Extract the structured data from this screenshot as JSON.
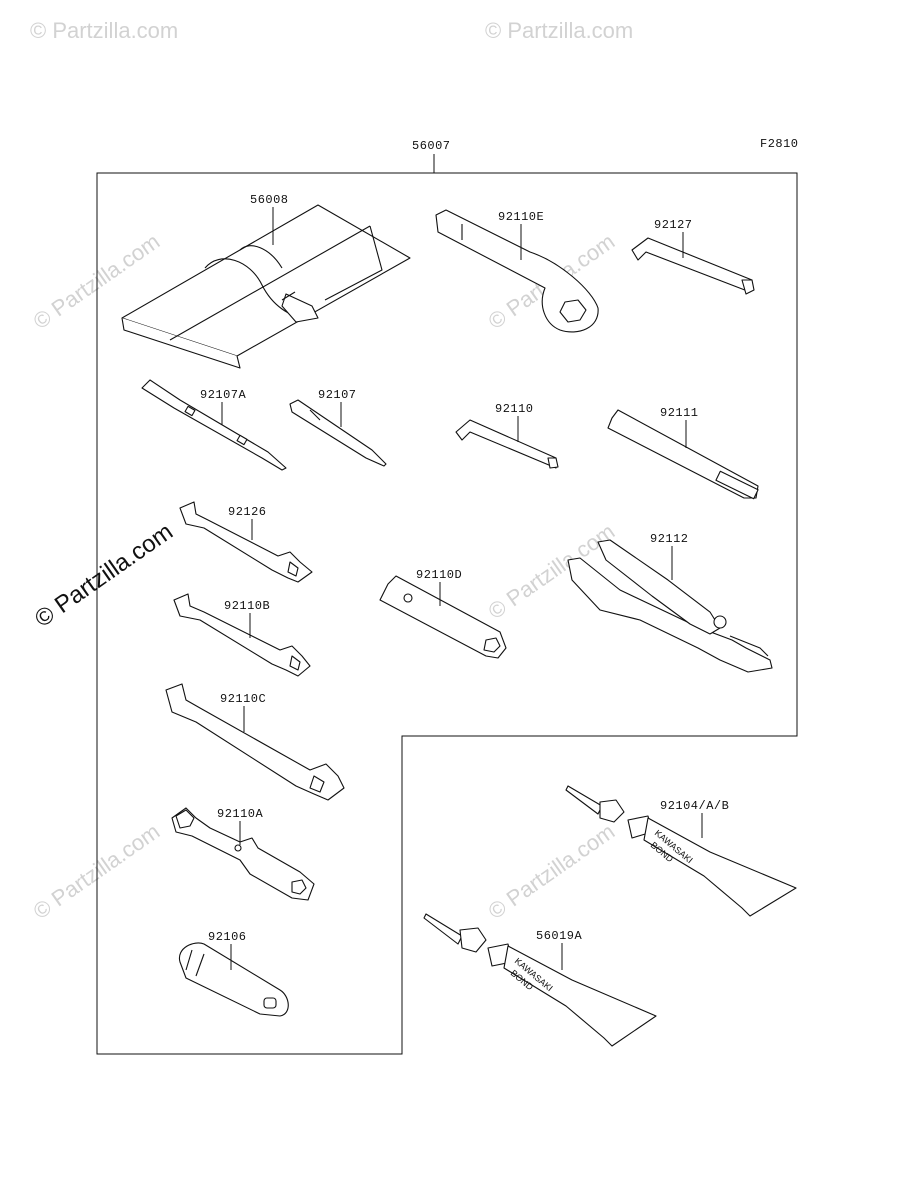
{
  "figure_code": "F2810",
  "assembly_part": "56007",
  "watermark": {
    "text": "© Partzilla.com",
    "main_text": "© Partzilla.com"
  },
  "parts": [
    {
      "id": "p56008",
      "label": "56008"
    },
    {
      "id": "p92110E",
      "label": "92110E"
    },
    {
      "id": "p92127",
      "label": "92127"
    },
    {
      "id": "p92107A",
      "label": "92107A"
    },
    {
      "id": "p92107",
      "label": "92107"
    },
    {
      "id": "p92110",
      "label": "92110"
    },
    {
      "id": "p92111",
      "label": "92111"
    },
    {
      "id": "p92126",
      "label": "92126"
    },
    {
      "id": "p92112",
      "label": "92112"
    },
    {
      "id": "p92110D",
      "label": "92110D"
    },
    {
      "id": "p92110B",
      "label": "92110B"
    },
    {
      "id": "p92110C",
      "label": "92110C"
    },
    {
      "id": "p92110A",
      "label": "92110A"
    },
    {
      "id": "p92104",
      "label": "92104/A/B"
    },
    {
      "id": "p92106",
      "label": "92106"
    },
    {
      "id": "p56019A",
      "label": "56019A"
    }
  ],
  "tube_text": [
    "KAWASAKI",
    "BOND"
  ]
}
